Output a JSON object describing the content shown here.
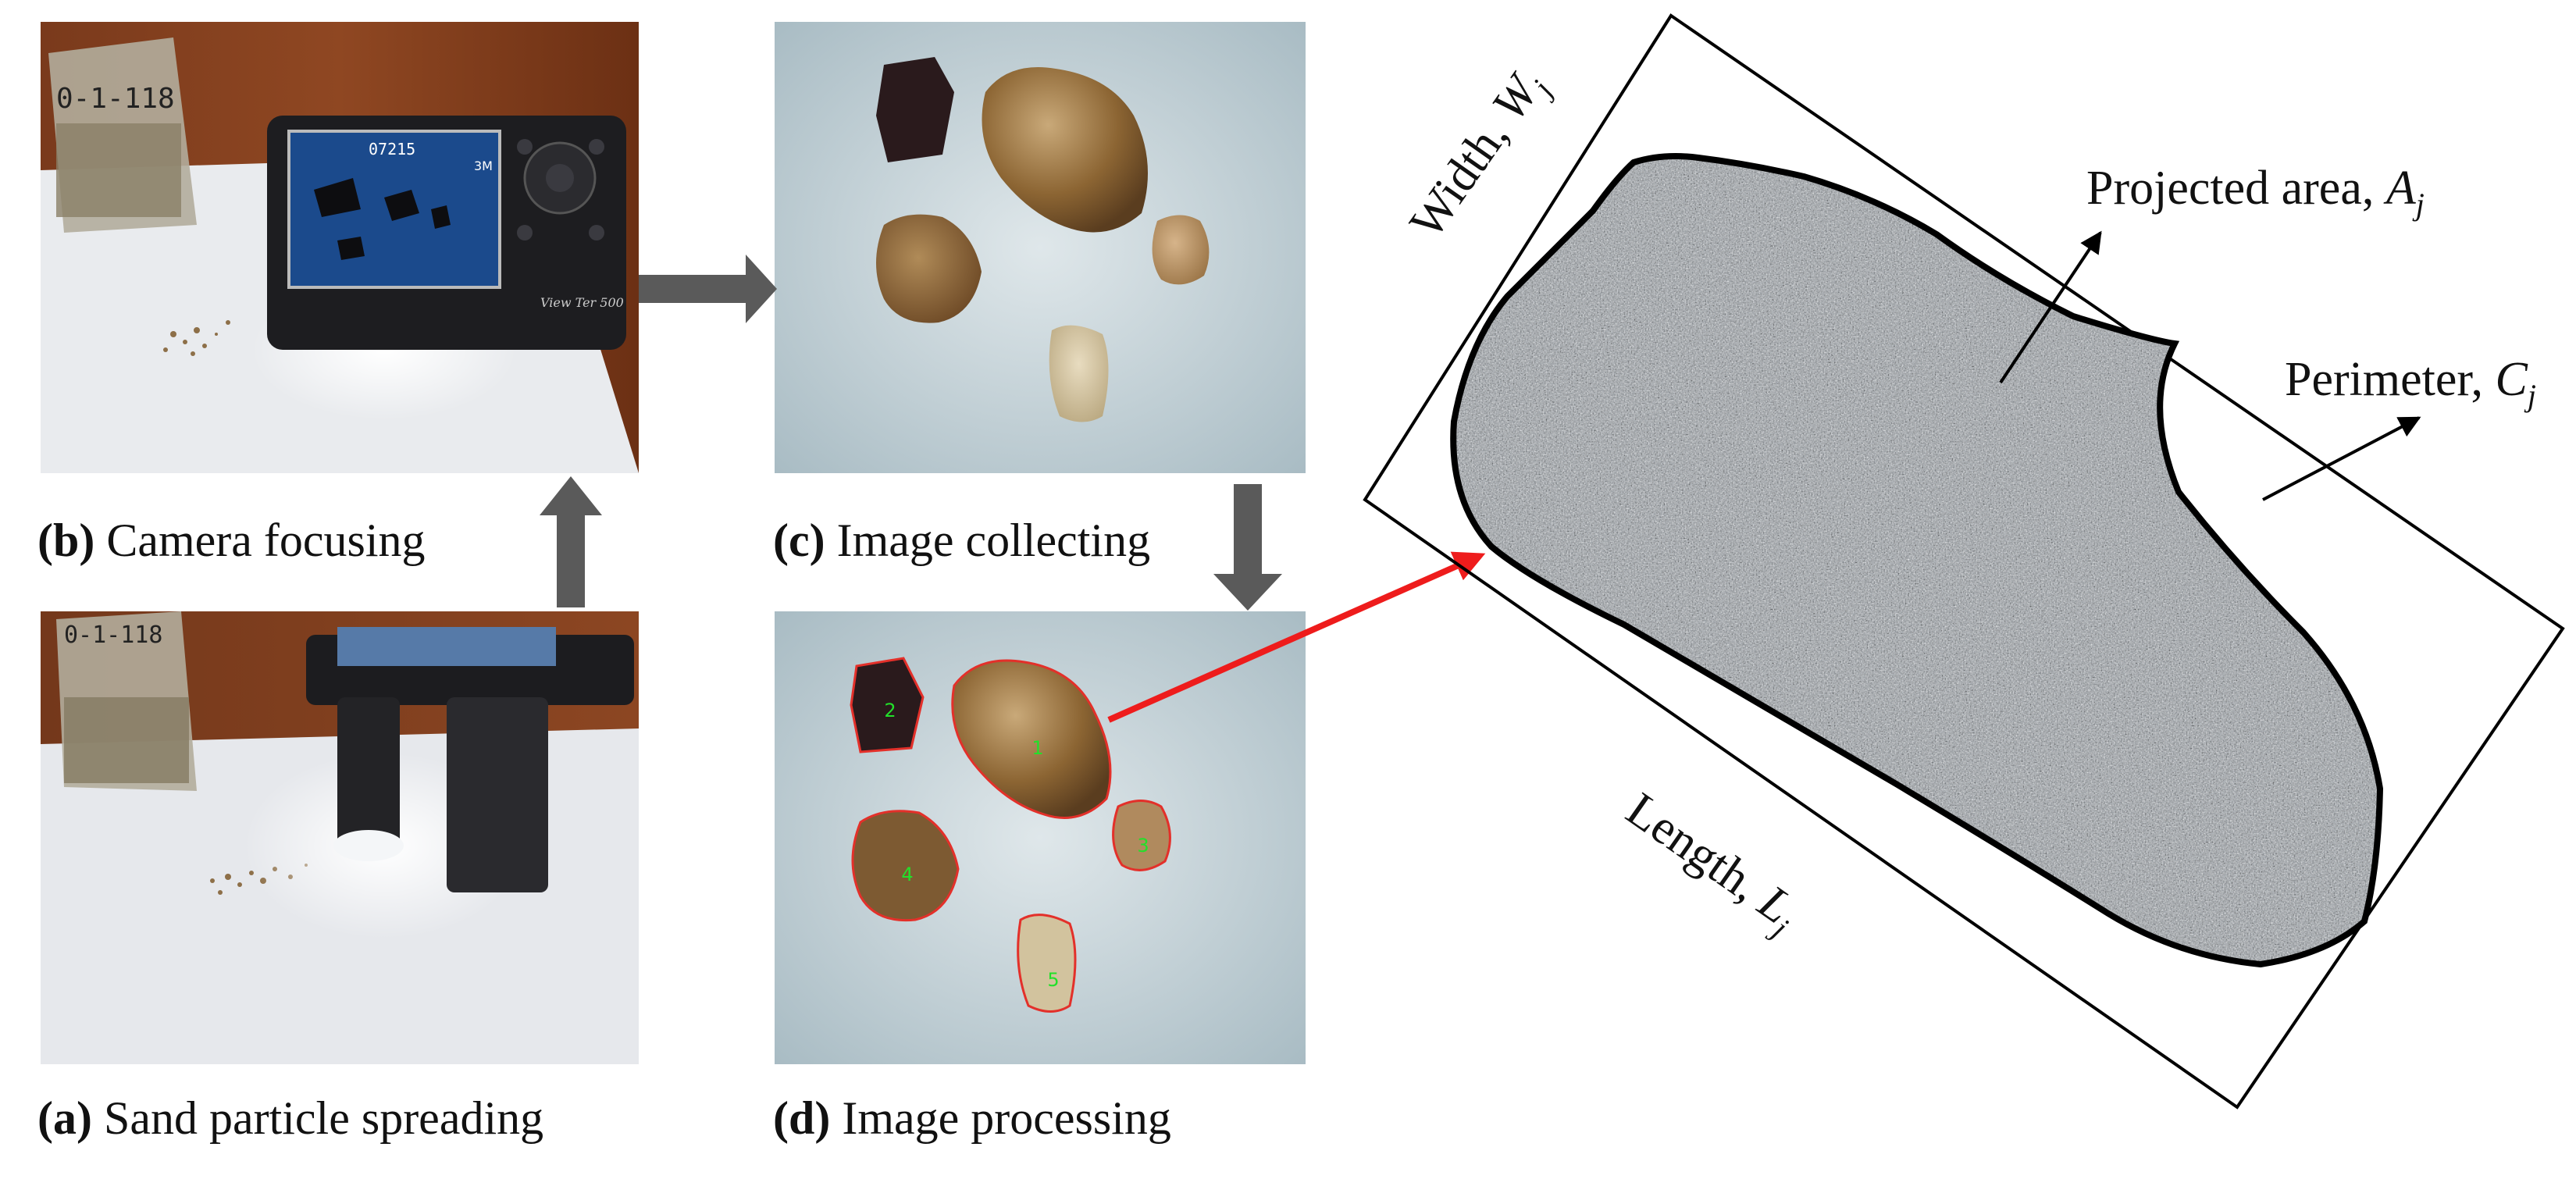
{
  "panels": {
    "a": {
      "letter": "(a)",
      "caption": "Sand particle spreading"
    },
    "b": {
      "letter": "(b)",
      "caption": "Camera focusing"
    },
    "c": {
      "letter": "(c)",
      "caption": "Image collecting"
    },
    "d": {
      "letter": "(d)",
      "caption": "Image processing"
    }
  },
  "photo_text": {
    "bag_label": "0-1-118",
    "bag_label_a": "0-1-118",
    "screen_counter": "07215",
    "screen_mode": "3M",
    "camera_brand": "View Ter 500"
  },
  "particle_ids": [
    "2",
    "1",
    "4",
    "3",
    "5"
  ],
  "schematic": {
    "width_label": "Width, ",
    "width_sym": "W",
    "width_sub": "j",
    "length_label": "Length, ",
    "length_sym": "L",
    "length_sub": "j",
    "area_label": "Projected area, ",
    "area_sym": "A",
    "area_sub": "j",
    "perimeter_label": "Perimeter, ",
    "perimeter_sym": "C",
    "perimeter_sub": "j"
  },
  "colors": {
    "flow_arrow": "#5a5a5a",
    "highlight_arrow": "#ee1c1c",
    "contour": "#e3302a",
    "particle_id": "#22e02a",
    "outline": "#000000"
  }
}
